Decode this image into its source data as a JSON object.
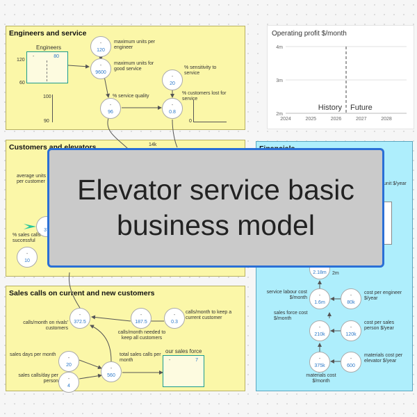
{
  "panels": {
    "engineers": {
      "title": "Engineers and service",
      "engineers_graph": {
        "label": "Engineers",
        "dash": "-",
        "value": "80",
        "axis_top": "120",
        "axis_bottom": "60"
      },
      "mini_graph_axis": {
        "top": "100",
        "bottom": "90"
      },
      "max_units": {
        "dash": "-",
        "value": "120",
        "label": "maximum units per engineer"
      },
      "max_units_good": {
        "dash": "-",
        "value": "9600",
        "label": "maximum units for good service"
      },
      "sensitivity": {
        "dash": "-",
        "value": "20",
        "label": "% sensitivity to service"
      },
      "service_quality": {
        "dash": "-",
        "value": "96",
        "label": "% service quality"
      },
      "customers_lost": {
        "dash": "-",
        "value": "0.8",
        "label": "% customers lost for service"
      },
      "lost_graph_axis": "0"
    },
    "customers": {
      "title": "Customers and elevators",
      "axis_14k": "14k",
      "avg_units_label": "average units per customer",
      "sales_calls_node": {
        "value": "37"
      },
      "sales_calls_label": "% sales calls successful",
      "node_10": {
        "dash": "-",
        "value": "10"
      }
    },
    "financials": {
      "title": "Financials",
      "unit_label": "unit $/year",
      "op_cost": {
        "dash": "-",
        "value": "2.18m"
      },
      "axis_2m": "2m",
      "service_labour": {
        "dash": "-",
        "value": "1.6m",
        "label": "service labour cost $/month"
      },
      "cost_engineer": {
        "dash": "-",
        "value": "80k",
        "label": "cost per engineer $/year"
      },
      "sales_force_cost": {
        "dash": "-",
        "value": "210k",
        "label": "sales force cost $/month"
      },
      "cost_salesperson": {
        "dash": "-",
        "value": "120k",
        "label": "cost per sales person $/year"
      },
      "materials_cost": {
        "dash": "-",
        "value": "375k",
        "label": "materials cost $/month"
      },
      "materials_per_elevator": {
        "dash": "-",
        "value": "600",
        "label": "materials cost per elevator $/year"
      }
    },
    "sales": {
      "title": "Sales calls on current and new customers",
      "rivals": {
        "dash": "-",
        "value": "372.5",
        "label": "calls/month on rivals' customers"
      },
      "needed": {
        "dash": "-",
        "value": "187.5",
        "label": "calls/month needed to keep all customers"
      },
      "keep": {
        "dash": "-",
        "value": "0.3",
        "label": "calls/month to keep a current customer"
      },
      "days": {
        "dash": "-",
        "value": "20",
        "label": "sales days per month"
      },
      "per_day": {
        "dash": "-",
        "value": "4",
        "label": "sales calls/day per person"
      },
      "total": {
        "dash": "-",
        "value": "560",
        "label": "total sales calls per month"
      },
      "force_graph": {
        "label": "our sales force",
        "dash": "-",
        "value": "7"
      }
    }
  },
  "chart_data": {
    "type": "line",
    "title": "Operating profit $/month",
    "x_ticks": [
      "2024",
      "2025",
      "2026",
      "2027",
      "2028"
    ],
    "y_ticks": [
      "2m",
      "3m",
      "4m"
    ],
    "ylim": [
      2000000,
      4000000
    ],
    "xlim": [
      2024,
      2028.8
    ],
    "divider_x": 2026.4,
    "annotations": [
      "History",
      "Future"
    ],
    "series": [],
    "grid": true,
    "colors": {
      "grid": "#e2e2e2",
      "divider": "#444",
      "axis_text": "#666"
    }
  },
  "overlay": {
    "title": "Elevator service basic business model"
  },
  "colors": {
    "yellow_panel": "#fbf7a8",
    "blue_panel": "#aeeefc",
    "node_value": "#2a78c9",
    "accent_border": "#2a6fd6",
    "sales_graph": "#1a9b8e"
  }
}
